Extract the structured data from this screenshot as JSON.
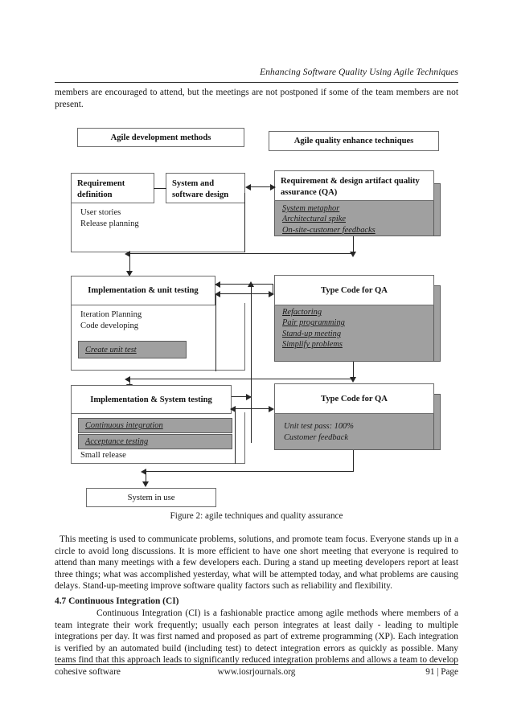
{
  "running_head": "Enhancing Software Quality Using Agile Techniques",
  "intro_paragraph": "members are encouraged to attend, but the meetings are not postponed if some of the team members are not present.",
  "figure": {
    "caption": "Figure 2: agile techniques and quality assurance",
    "column_titles": {
      "left": "Agile development methods",
      "right": "Agile quality enhance techniques"
    },
    "nodes": {
      "requirement_definition": "Requirement definition",
      "system_software_design": "System and software design",
      "qa_requirement_design": "Requirement & design artifact quality assurance (QA)",
      "implementation_unit_testing": "Implementation & unit testing",
      "qa_unit": "Type Code for QA",
      "implementation_system_testing": "Implementation & System testing",
      "qa_system": "Type Code for QA",
      "system_in_use": "System in use"
    },
    "requirement_items": "User stories\nRelease planning",
    "qa_requirement_items": [
      "System metaphor",
      "Architectural spike",
      "On-site-customer feedbacks"
    ],
    "implementation_items": "Iteration Planning\nCode developing",
    "implementation_highlight": "Create unit test",
    "qa_unit_items": [
      "Refactoring",
      "Pair programming",
      "Stand-up meeting",
      "Simplify problems"
    ],
    "system_testing_items": [
      "Continuous integration",
      "Acceptance testing"
    ],
    "system_testing_plain": "Small release",
    "qa_system_items": [
      "Unit test pass:  100%",
      "Customer feedback"
    ],
    "colors": {
      "panel_gray": "#a0a0a0",
      "border_gray": "#5d5d5d",
      "line_black": "#262626"
    }
  },
  "mid_paragraph": "This meeting is used to communicate problems, solutions, and promote team focus. Everyone stands up in a circle to avoid long discussions. It is more efficient to have one short meeting that everyone is required to attend than many meetings with a few developers each. During a stand up meeting developers report at least three things; what was accomplished yesterday, what will be attempted today, and what problems are causing delays. Stand-up-meeting improve software quality factors such as reliability and flexibility.",
  "section": {
    "heading": "4.7 Continuous Integration (CI)",
    "body": "Continuous Integration (CI) is a fashionable practice among agile methods where members of a team integrate their work frequently; usually each person integrates at least daily - leading to multiple integrations per day. It was first named and proposed as part of extreme programming (XP). Each integration is verified by an automated build (including test) to detect integration errors as quickly as possible. Many teams find that this approach leads to significantly reduced integration problems and allows a team to develop cohesive software"
  },
  "footer": {
    "site": "www.iosrjournals.org",
    "page": "91 | Page"
  }
}
